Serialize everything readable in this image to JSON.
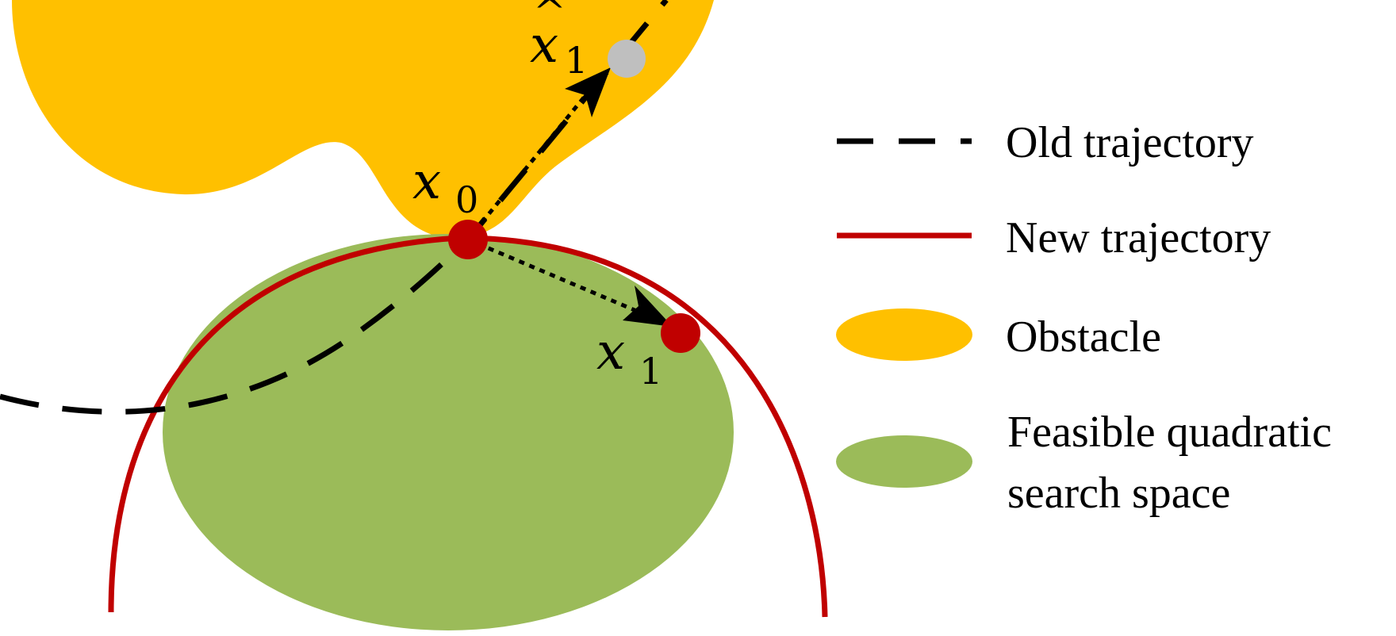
{
  "colors": {
    "obstacle": "#FFC000",
    "feasible_region": "#9BBB59",
    "new_trajectory": "#C00000",
    "old_trajectory": "#000000",
    "point": "#C00000",
    "projected_point": "#BFBFBF"
  },
  "labels": {
    "x_hat_1": {
      "base": "x",
      "hat": "^",
      "sub": "1"
    },
    "x_0": {
      "base": "x",
      "sub": "0"
    },
    "x_1": {
      "base": "x",
      "sub": "1"
    }
  },
  "legend": {
    "old_trajectory": "Old trajectory",
    "new_trajectory": "New trajectory",
    "obstacle": "Obstacle",
    "feasible_line1": "Feasible quadratic",
    "feasible_line2": "search space"
  }
}
